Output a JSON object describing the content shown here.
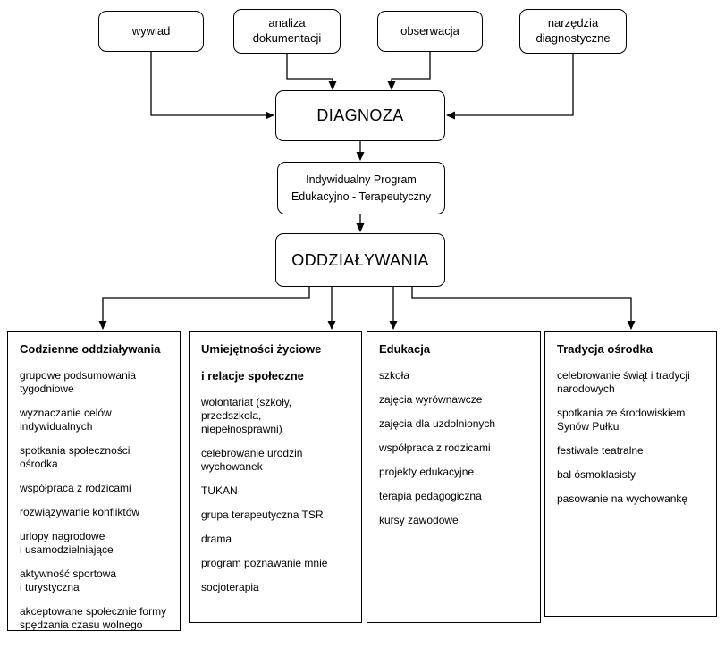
{
  "diagram": {
    "colors": {
      "line": "#000000",
      "text": "#000000",
      "background": "#ffffff"
    },
    "sources": [
      {
        "id": "wywiad",
        "label": "wywiad"
      },
      {
        "id": "analiza-dokumentacji",
        "label": "analiza\ndokumentacji"
      },
      {
        "id": "obserwacja",
        "label": "obserwacja"
      },
      {
        "id": "narzedzia-diagnostyczne",
        "label": "narzędzia\ndiagnostyczne"
      }
    ],
    "diagnoza": {
      "label": "DIAGNOZA"
    },
    "program": {
      "label": "Indywidualny Program\nEdukacyjno - Terapeutyczny"
    },
    "oddzialywania": {
      "label": "ODDZIAŁYWANIA"
    },
    "columns": [
      {
        "id": "codzienne-oddzialywania",
        "title_lines": [
          "Codzienne oddziaływania"
        ],
        "items": [
          "grupowe podsumowania\ntygodniowe",
          "wyznaczanie celów\nindywidualnych",
          "spotkania społeczności ośrodka",
          "współpraca z rodzicami",
          "rozwiązywanie konfliktów",
          "urlopy nagrodowe\ni usamodzielniające",
          "aktywność sportowa\ni turystyczna",
          "akceptowane społecznie formy\nspędzania czasu wolnego"
        ]
      },
      {
        "id": "umiejetnosci-zyciowe",
        "title_lines": [
          "Umiejętności życiowe",
          "i relacje społeczne"
        ],
        "items": [
          "wolontariat (szkoły, przedszkola,\nniepełnosprawni)",
          "celebrowanie urodzin\nwychowanek",
          "TUKAN",
          "grupa terapeutyczna TSR",
          "drama",
          "program poznawanie mnie",
          "socjoterapia"
        ]
      },
      {
        "id": "edukacja",
        "title_lines": [
          "Edukacja"
        ],
        "items": [
          "szkoła",
          "zajęcia wyrównawcze",
          "zajęcia dla uzdolnionych",
          "współpraca z rodzicami",
          "projekty edukacyjne",
          "terapia pedagogiczna",
          "kursy zawodowe"
        ]
      },
      {
        "id": "tradycja-osrodka",
        "title_lines": [
          "Tradycja ośrodka"
        ],
        "items": [
          "celebrowanie świąt i tradycji\nnarodowych",
          "spotkania ze środowiskiem\nSynów Pułku",
          "festiwale teatralne",
          "bal ósmoklasisty",
          "pasowanie na wychowankę"
        ]
      }
    ],
    "edges": [
      {
        "from": "wywiad",
        "to": "diagnoza"
      },
      {
        "from": "analiza-dokumentacji",
        "to": "diagnoza"
      },
      {
        "from": "obserwacja",
        "to": "diagnoza"
      },
      {
        "from": "narzedzia-diagnostyczne",
        "to": "diagnoza"
      },
      {
        "from": "diagnoza",
        "to": "program"
      },
      {
        "from": "program",
        "to": "oddzialywania"
      },
      {
        "from": "oddzialywania",
        "to": "codzienne-oddzialywania"
      },
      {
        "from": "oddzialywania",
        "to": "umiejetnosci-zyciowe"
      },
      {
        "from": "oddzialywania",
        "to": "edukacja"
      },
      {
        "from": "oddzialywania",
        "to": "tradycja-osrodka"
      }
    ]
  }
}
